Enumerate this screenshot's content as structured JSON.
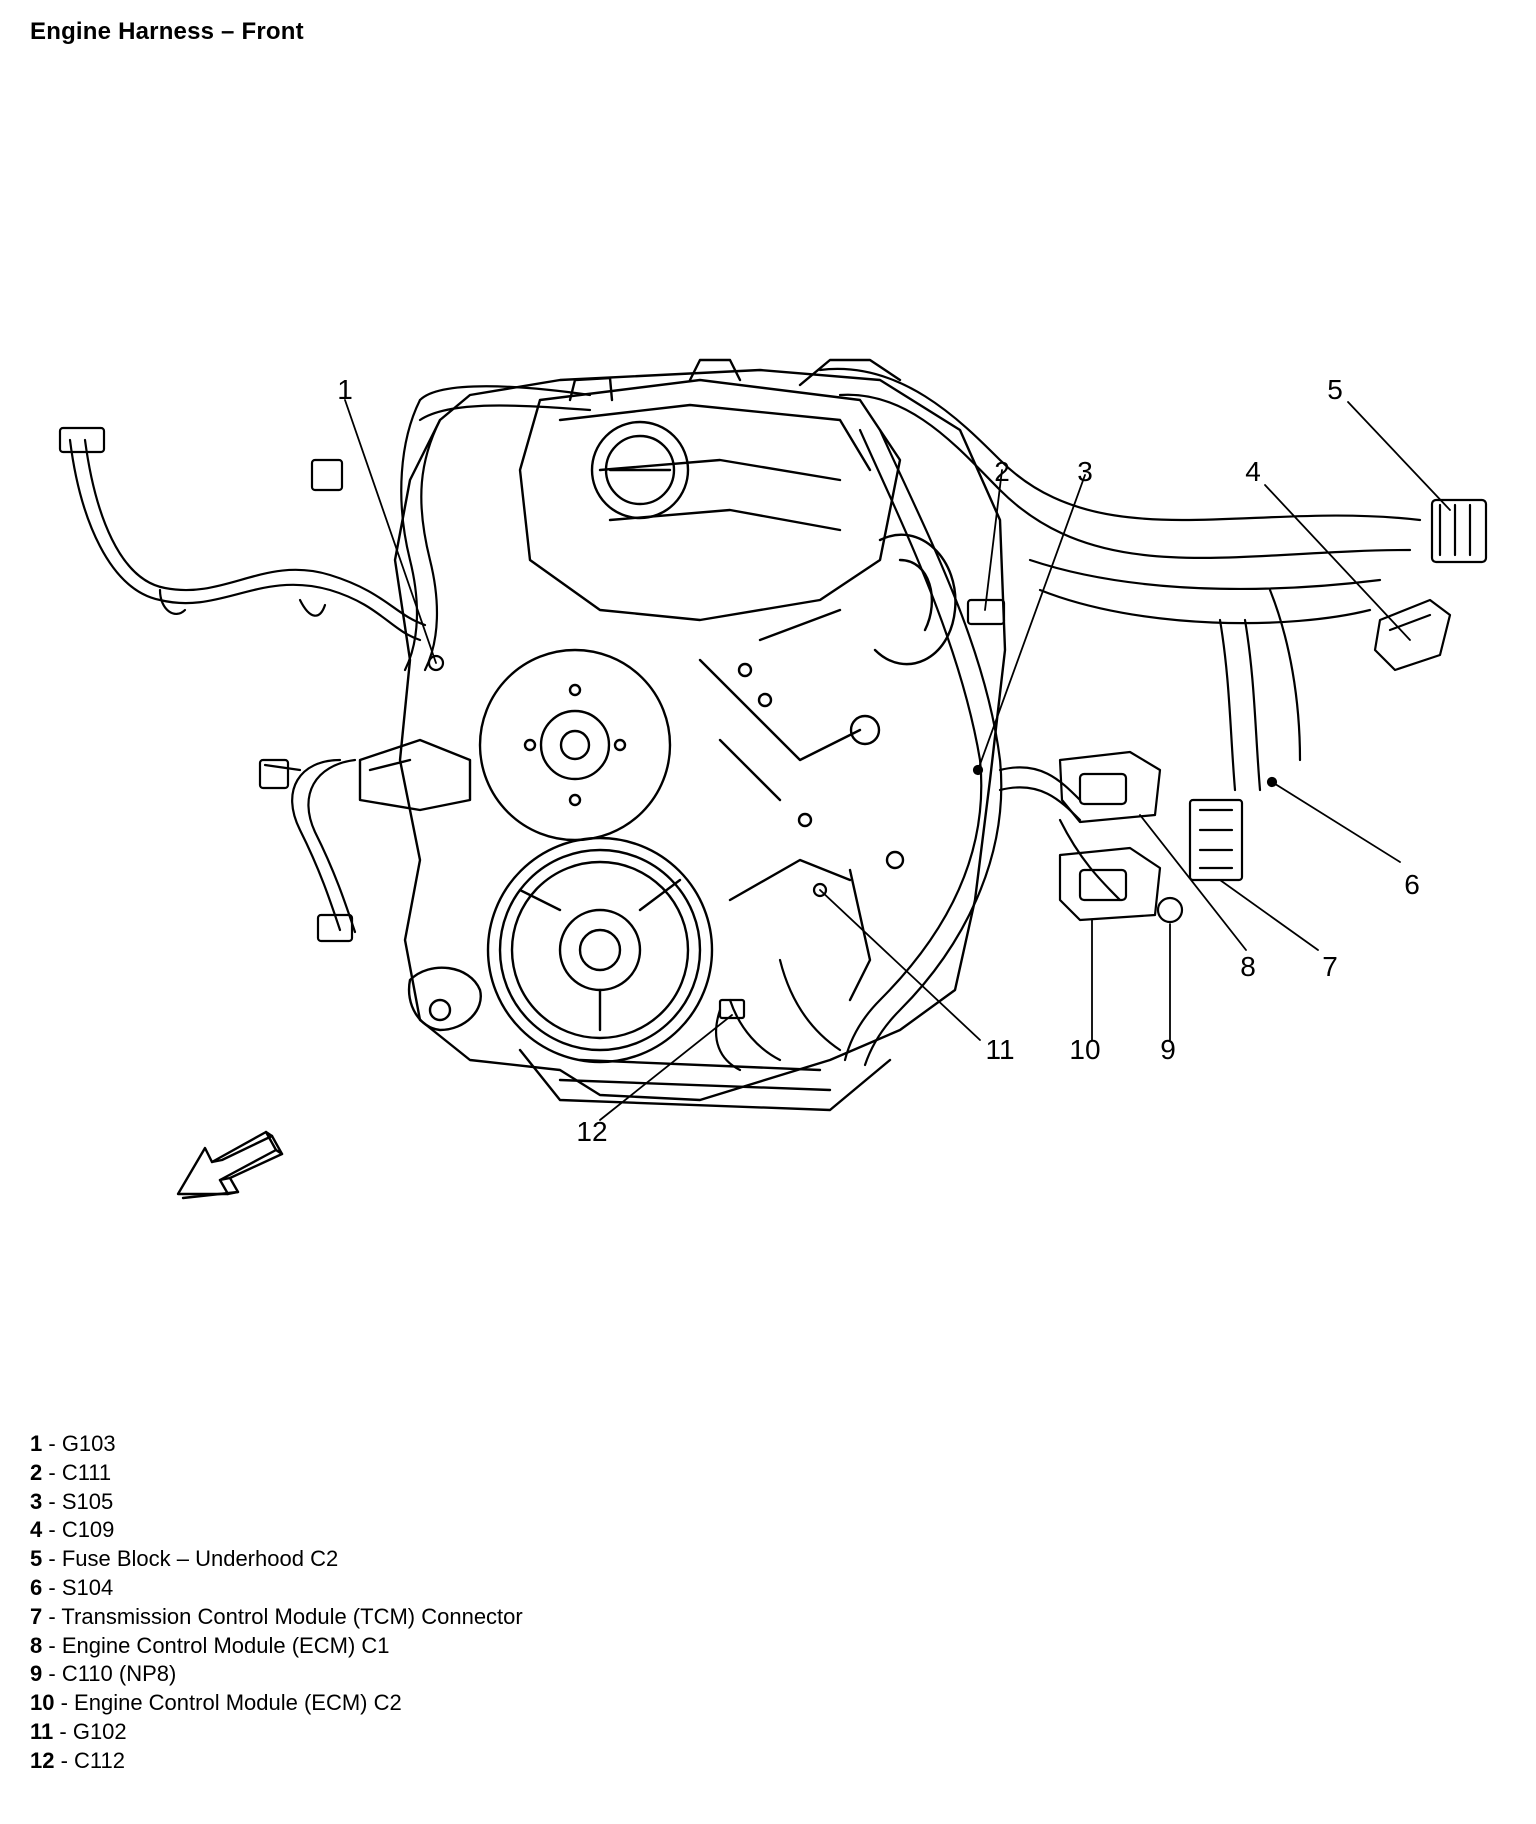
{
  "title": "Engine Harness – Front",
  "callouts": [
    "1",
    "2",
    "3",
    "4",
    "5",
    "6",
    "7",
    "8",
    "9",
    "10",
    "11",
    "12"
  ],
  "legend": [
    {
      "num": "1",
      "label": "G103"
    },
    {
      "num": "2",
      "label": "C111"
    },
    {
      "num": "3",
      "label": "S105"
    },
    {
      "num": "4",
      "label": "C109"
    },
    {
      "num": "5",
      "label": "Fuse Block – Underhood C2"
    },
    {
      "num": "6",
      "label": "S104"
    },
    {
      "num": "7",
      "label": "Transmission Control Module (TCM) Connector"
    },
    {
      "num": "8",
      "label": "Engine Control Module (ECM) C1"
    },
    {
      "num": "9",
      "label": "C110 (NP8)"
    },
    {
      "num": "10",
      "label": "Engine Control Module (ECM) C2"
    },
    {
      "num": "11",
      "label": "G102"
    },
    {
      "num": "12",
      "label": "C112"
    }
  ]
}
